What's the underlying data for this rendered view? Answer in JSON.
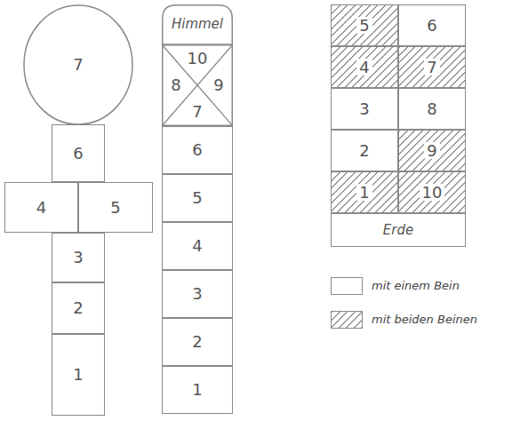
{
  "diagram": {
    "nodes": [
      {
        "text": [
          "7"
        ]
      },
      {
        "text": [
          "6"
        ]
      },
      {
        "text": [
          "4"
        ]
      },
      {
        "text": [
          "5"
        ]
      },
      {
        "text": [
          "3"
        ]
      },
      {
        "text": [
          "2"
        ]
      },
      {
        "text": [
          "1"
        ]
      },
      {
        "text": [
          "Himmel"
        ]
      },
      {
        "text": [
          "10",
          "8",
          "9",
          "7"
        ]
      },
      {
        "text": [
          "6"
        ]
      },
      {
        "text": [
          "5"
        ]
      },
      {
        "text": [
          "4"
        ]
      },
      {
        "text": [
          "3"
        ]
      },
      {
        "text": [
          "2"
        ]
      },
      {
        "text": [
          "1"
        ]
      },
      {
        "text": [
          "5"
        ]
      },
      {
        "text": [
          "6"
        ]
      },
      {
        "text": [
          "4"
        ]
      },
      {
        "text": [
          "7"
        ]
      },
      {
        "text": [
          "3"
        ]
      },
      {
        "text": [
          "8"
        ]
      },
      {
        "text": [
          "2"
        ]
      },
      {
        "text": [
          "9"
        ]
      },
      {
        "text": [
          "1"
        ]
      },
      {
        "text": [
          "10"
        ]
      },
      {
        "text": [
          "Erde"
        ]
      }
    ],
    "legend": [
      {
        "text": "mit einem Bein",
        "color": "#ffffff"
      },
      {
        "text": "mit beiden Beinen"
      }
    ]
  }
}
